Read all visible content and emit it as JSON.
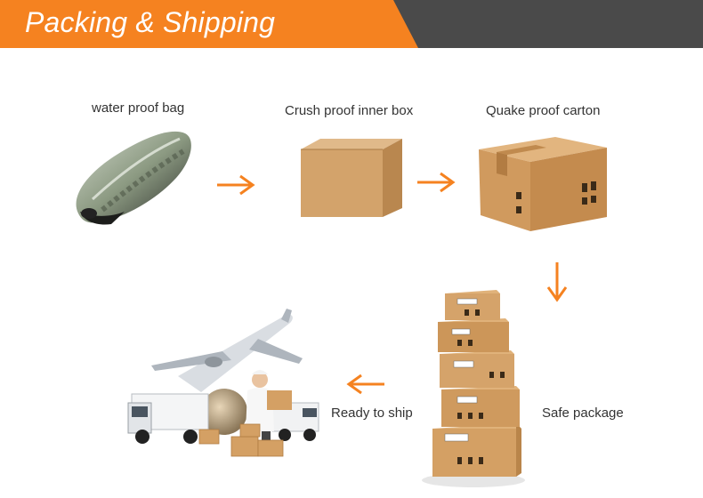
{
  "header": {
    "title": "Packing & Shipping"
  },
  "steps": {
    "bag": "water proof bag",
    "inner_box": "Crush proof inner box",
    "carton": "Quake proof carton",
    "safe": "Safe package",
    "ready": "Ready to ship"
  },
  "colors": {
    "accent": "#f58220",
    "banner_dark": "#4a4a4a",
    "cardboard": "#d2a066"
  },
  "icons": [
    "arrow-right-icon",
    "arrow-down-icon",
    "arrow-left-icon"
  ]
}
